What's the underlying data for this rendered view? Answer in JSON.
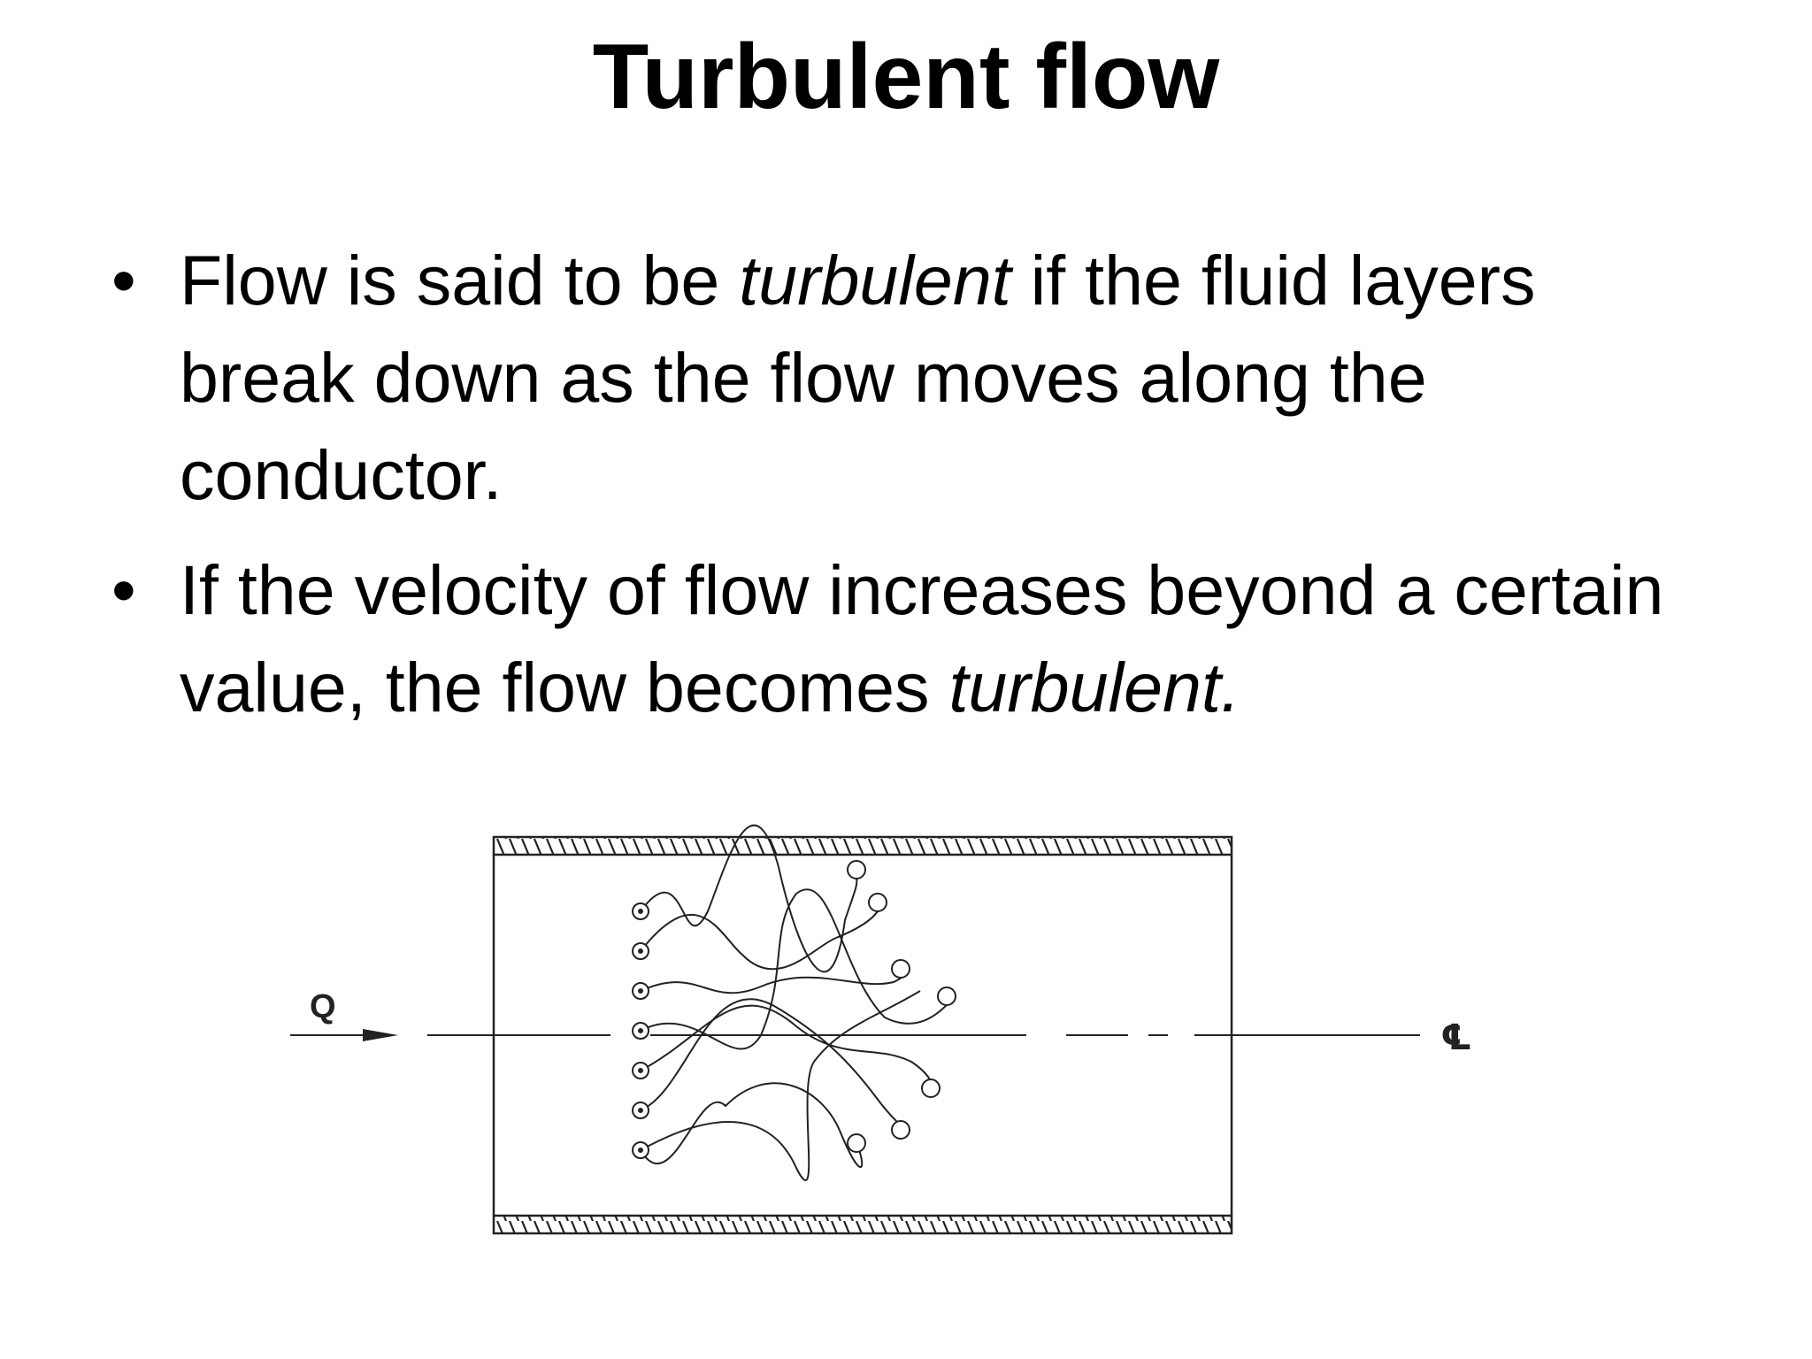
{
  "title": "Turbulent flow",
  "bullets": [
    {
      "marker": "•",
      "parts": [
        {
          "text": "Flow is said to be ",
          "italic": false
        },
        {
          "text": "turbulent",
          "italic": true
        },
        {
          "text": " if the fluid layers break down as the flow moves along the conductor.",
          "italic": false
        }
      ]
    },
    {
      "marker": "•",
      "parts": [
        {
          "text": "If the velocity of flow increases beyond a certain value, the flow becomes ",
          "italic": false
        },
        {
          "text": "turbulent.",
          "italic": true
        }
      ]
    }
  ],
  "diagram": {
    "flow_label": "Q",
    "centerline_label": "℄"
  }
}
